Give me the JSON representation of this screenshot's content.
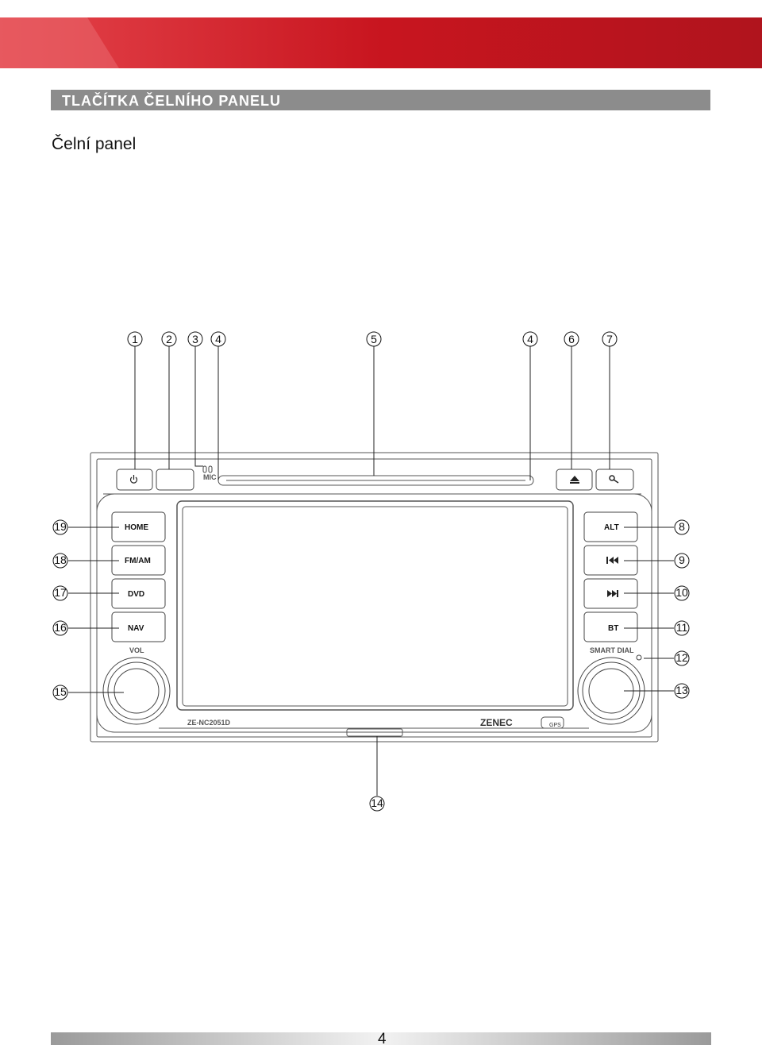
{
  "header": {
    "section_title": "TLAČÍTKA ČELNÍHO PANELU",
    "subtitle": "Čelní panel"
  },
  "callouts": {
    "n1": "1",
    "n2": "2",
    "n3": "3",
    "n4a": "4",
    "n5": "5",
    "n4b": "4",
    "n6": "6",
    "n7": "7",
    "n8": "8",
    "n9": "9",
    "n10": "10",
    "n11": "11",
    "n12": "12",
    "n13": "13",
    "n14": "14",
    "n15": "15",
    "n16": "16",
    "n17": "17",
    "n18": "18",
    "n19": "19"
  },
  "panel": {
    "mic_label": "MIC",
    "left_buttons": [
      "HOME",
      "FM/AM",
      "DVD",
      "NAV"
    ],
    "right_buttons": [
      "ALT",
      "BT"
    ],
    "vol_label": "VOL",
    "smart_dial_label": "SMART DIAL",
    "model_label": "ZE-NC2051D",
    "brand_label": "ZENEC",
    "gps_label": "GPS",
    "icons": [
      "power-icon",
      "eject-icon",
      "search-icon",
      "previous-track-icon",
      "next-track-icon"
    ]
  },
  "footer": {
    "page_number": "4"
  }
}
